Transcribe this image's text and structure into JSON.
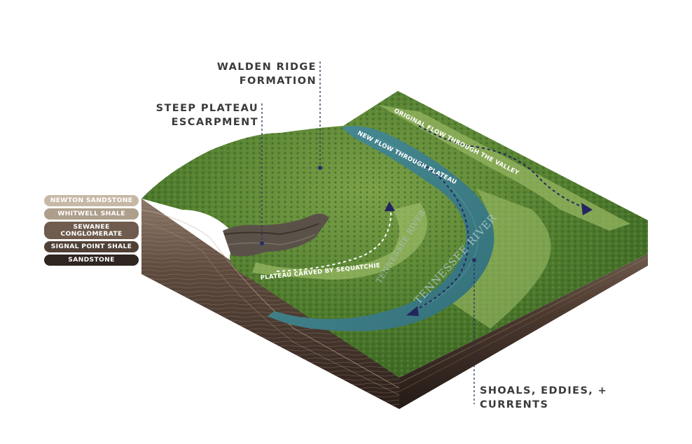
{
  "callouts": {
    "walden_ridge": [
      "WALDEN RIDGE",
      "FORMATION"
    ],
    "steep_escarpment": [
      "STEEP PLATEAU",
      "ESCARPMENT"
    ],
    "shoals": [
      "SHOALS, EDDIES, +",
      "CURRENTS"
    ]
  },
  "map_labels": {
    "original_flow": "ORIGINAL FLOW THROUGH THE VALLEY",
    "new_flow": "NEW FLOW THROUGH PLATEAU",
    "plateau_carved": "PLATEAU CARVED BY SEQUATCHIE",
    "river_small": "TENNESSEE RIVER",
    "river_large": "TENNESSEE RIVER"
  },
  "legend": [
    {
      "lines": [
        "NEWTON SANDSTONE"
      ],
      "color": "#c7b8a6"
    },
    {
      "lines": [
        "WHITWELL SHALE"
      ],
      "color": "#ae9f8c"
    },
    {
      "lines": [
        "SEWANEE",
        "CONGLOMERATE"
      ],
      "color": "#6f5c4e"
    },
    {
      "lines": [
        "SIGNAL POINT SHALE"
      ],
      "color": "#4f4036"
    },
    {
      "lines": [
        "SANDSTONE"
      ],
      "color": "#2f2521"
    }
  ],
  "colors": {
    "callout_text": "#3a3a3a",
    "leader_line": "#2b2e66",
    "river": "#3f7f86",
    "forest": "#4c7a2c",
    "valley": "#8aa95a",
    "arrow": "#23255e",
    "earth": "#3d2b23"
  }
}
